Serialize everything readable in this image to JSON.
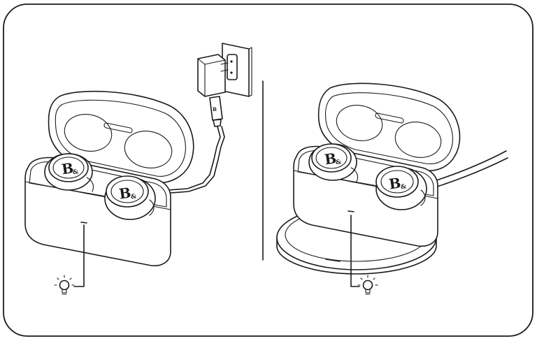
{
  "figure": {
    "panels": [
      {
        "id": "wired",
        "method": "wall-adapter-charging",
        "indicator_icon": "lightbulb-icon"
      },
      {
        "id": "wireless",
        "method": "wireless-pad-charging",
        "indicator_icon": "lightbulb-icon"
      }
    ],
    "earbud_logo": "B&O",
    "colors": {
      "line": "#1a1a1a",
      "background": "#ffffff"
    }
  }
}
